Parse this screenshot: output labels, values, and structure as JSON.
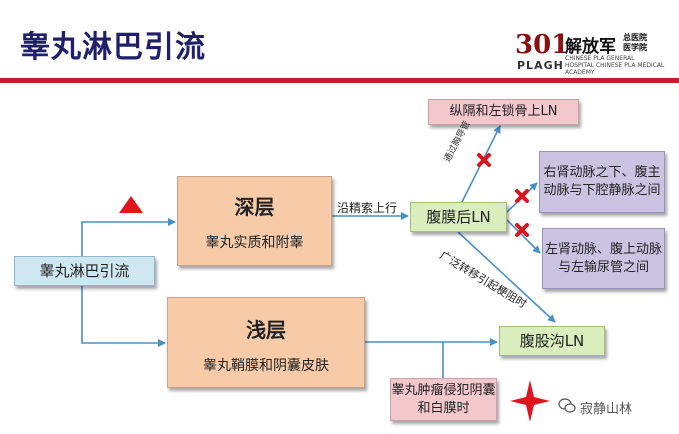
{
  "title": "睾丸淋巴引流",
  "logo": {
    "number": "301",
    "plagh": "PLAGH",
    "name": "解放军",
    "sub": "总医院 医学院",
    "tiny": "CHINESE PLA GENERAL HOSPITAL CHINESE PLA MEDICAL ACADEMY"
  },
  "nodes": {
    "main": "睾丸淋巴引流",
    "deep_title": "深层",
    "deep_sub": "睾丸实质和附睾",
    "shallow_title": "浅层",
    "shallow_sub": "睾丸鞘膜和阴囊皮肤",
    "retroperitoneal": "腹膜后LN",
    "inguinal": "腹股沟LN",
    "mediastinal": "纵隔和左锁骨上LN",
    "right_renal": "右肾动脉之下、腹主动脉与下腔静脉之间",
    "left_renal": "左肾动脉、腹上动脉与左输尿管之间",
    "tumor": "睾丸肿瘤侵犯阴囊和白膜时"
  },
  "edge_labels": {
    "along": "沿精索上行",
    "via_duct": "通过胸导管",
    "wide_metastasis": "广泛转移引起梗阻时"
  },
  "watermark": "寂静山林",
  "colors": {
    "title": "#1f1f6b",
    "accent_line": "#c0202a",
    "arrow": "#4a90c8",
    "cross": "#d9141e"
  }
}
